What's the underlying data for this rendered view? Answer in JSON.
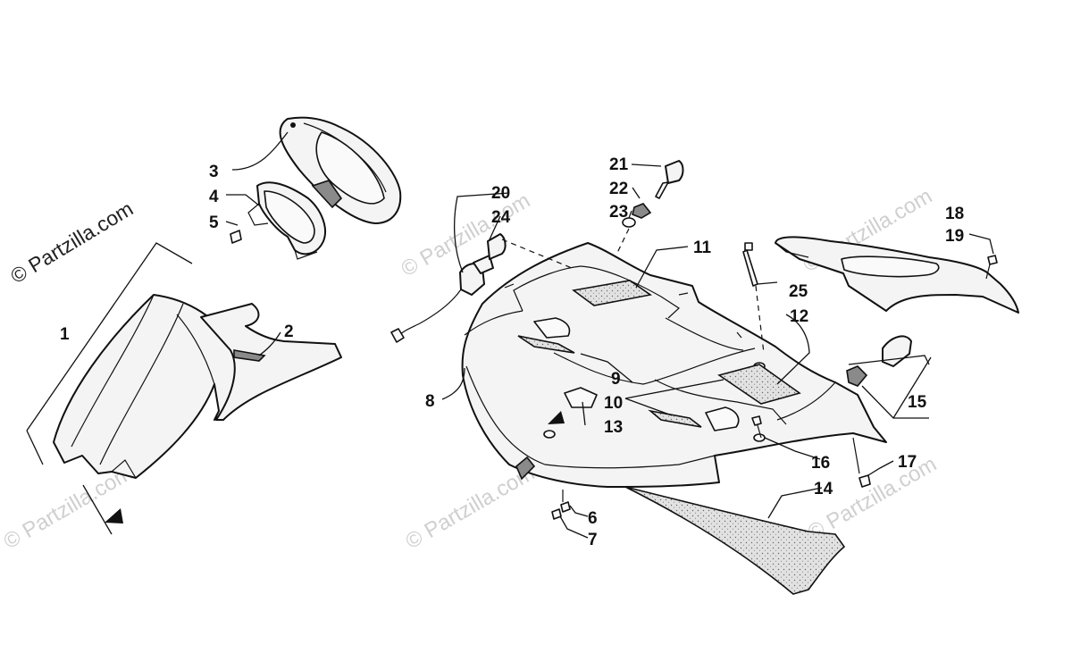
{
  "watermarks": {
    "main": "© Partzilla.com",
    "faint": "© Partzilla.com"
  },
  "callouts": [
    {
      "id": "c1",
      "text": "1"
    },
    {
      "id": "c2",
      "text": "2"
    },
    {
      "id": "c3",
      "text": "3"
    },
    {
      "id": "c4",
      "text": "4"
    },
    {
      "id": "c5",
      "text": "5"
    },
    {
      "id": "c6",
      "text": "6"
    },
    {
      "id": "c7",
      "text": "7"
    },
    {
      "id": "c8",
      "text": "8"
    },
    {
      "id": "c9",
      "text": "9"
    },
    {
      "id": "c10",
      "text": "10"
    },
    {
      "id": "c11",
      "text": "11"
    },
    {
      "id": "c12",
      "text": "12"
    },
    {
      "id": "c13",
      "text": "13"
    },
    {
      "id": "c14",
      "text": "14"
    },
    {
      "id": "c15",
      "text": "15"
    },
    {
      "id": "c16",
      "text": "16"
    },
    {
      "id": "c17",
      "text": "17"
    },
    {
      "id": "c18",
      "text": "18"
    },
    {
      "id": "c19",
      "text": "19"
    },
    {
      "id": "c20",
      "text": "20"
    },
    {
      "id": "c21",
      "text": "21"
    },
    {
      "id": "c22",
      "text": "22"
    },
    {
      "id": "c23",
      "text": "23"
    },
    {
      "id": "c24",
      "text": "24"
    },
    {
      "id": "c25",
      "text": "25"
    }
  ]
}
